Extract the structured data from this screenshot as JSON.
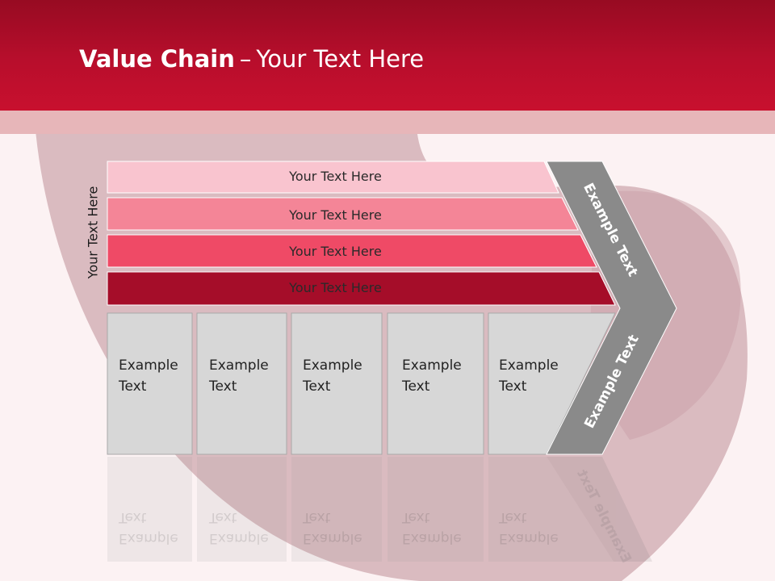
{
  "slide": {
    "title_bold": "Value Chain",
    "title_sep": "–",
    "title_rest": "Your Text Here"
  },
  "diagram": {
    "side_label": "Your Text Here",
    "support_rows": [
      "Your Text Here",
      "Your Text Here",
      "Your Text Here",
      "Your Text Here"
    ],
    "primary_columns": [
      "Example\nText",
      "Example\nText",
      "Example\nText",
      "Example\nText",
      "Example\nText"
    ],
    "chevron_top": "Example Text",
    "chevron_bottom": "Example Text"
  },
  "colors": {
    "header": "#c8102e",
    "row1": "#f9c4cf",
    "row2": "#f48597",
    "row3": "#ef4a66",
    "row4": "#a50d29",
    "column_fill": "#d7d7d7",
    "chevron": "#8a8a8a"
  }
}
